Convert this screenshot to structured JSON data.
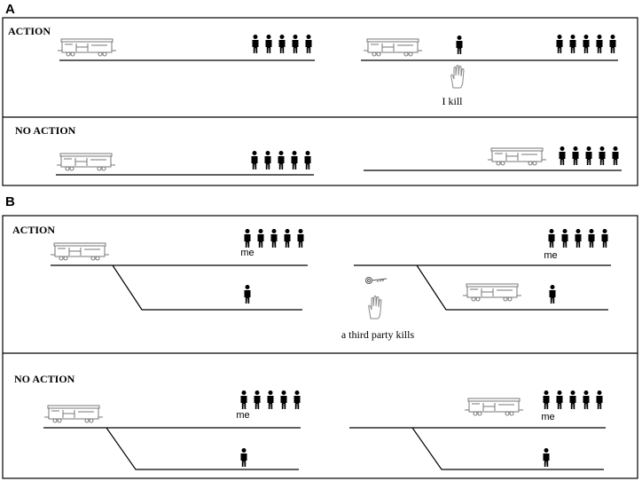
{
  "panel_a": {
    "letter": "A",
    "action_label": "ACTION",
    "no_action_label": "NO ACTION",
    "kill_caption": "I kill"
  },
  "panel_b": {
    "letter": "B",
    "action_label": "ACTION",
    "no_action_label": "NO ACTION",
    "kill_caption": "a third party kills",
    "me_label": "me"
  },
  "icons": {
    "trolley": "trolley-icon",
    "person": "person-icon",
    "hand": "hand-icon",
    "key": "key-icon"
  }
}
